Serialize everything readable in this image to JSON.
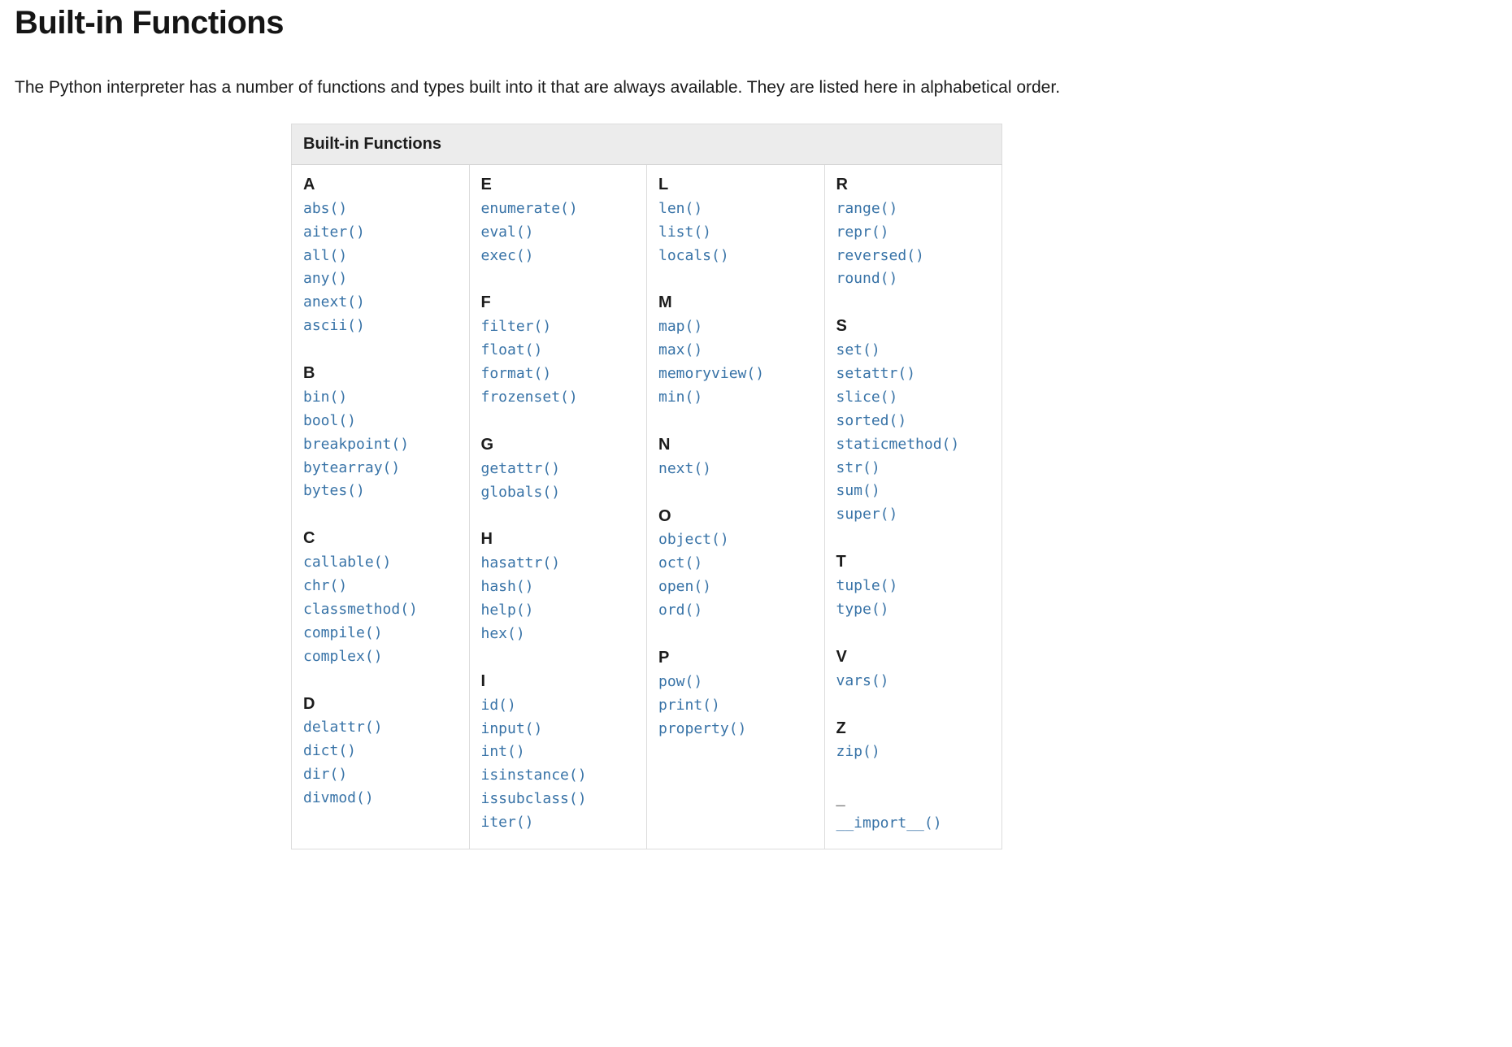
{
  "page": {
    "title": "Built-in Functions",
    "intro": "The Python interpreter has a number of functions and types built into it that are always available. They are listed here in alphabetical order."
  },
  "table": {
    "header": "Built-in Functions",
    "columns": [
      {
        "groups": [
          {
            "letter": "A",
            "functions": [
              "abs()",
              "aiter()",
              "all()",
              "any()",
              "anext()",
              "ascii()"
            ]
          },
          {
            "letter": "B",
            "functions": [
              "bin()",
              "bool()",
              "breakpoint()",
              "bytearray()",
              "bytes()"
            ]
          },
          {
            "letter": "C",
            "functions": [
              "callable()",
              "chr()",
              "classmethod()",
              "compile()",
              "complex()"
            ]
          },
          {
            "letter": "D",
            "functions": [
              "delattr()",
              "dict()",
              "dir()",
              "divmod()"
            ]
          }
        ]
      },
      {
        "groups": [
          {
            "letter": "E",
            "functions": [
              "enumerate()",
              "eval()",
              "exec()"
            ]
          },
          {
            "letter": "F",
            "functions": [
              "filter()",
              "float()",
              "format()",
              "frozenset()"
            ]
          },
          {
            "letter": "G",
            "functions": [
              "getattr()",
              "globals()"
            ]
          },
          {
            "letter": "H",
            "functions": [
              "hasattr()",
              "hash()",
              "help()",
              "hex()"
            ]
          },
          {
            "letter": "I",
            "functions": [
              "id()",
              "input()",
              "int()",
              "isinstance()",
              "issubclass()",
              "iter()"
            ]
          }
        ]
      },
      {
        "groups": [
          {
            "letter": "L",
            "functions": [
              "len()",
              "list()",
              "locals()"
            ]
          },
          {
            "letter": "M",
            "functions": [
              "map()",
              "max()",
              "memoryview()",
              "min()"
            ]
          },
          {
            "letter": "N",
            "functions": [
              "next()"
            ]
          },
          {
            "letter": "O",
            "functions": [
              "object()",
              "oct()",
              "open()",
              "ord()"
            ]
          },
          {
            "letter": "P",
            "functions": [
              "pow()",
              "print()",
              "property()"
            ]
          }
        ]
      },
      {
        "groups": [
          {
            "letter": "R",
            "functions": [
              "range()",
              "repr()",
              "reversed()",
              "round()"
            ]
          },
          {
            "letter": "S",
            "functions": [
              "set()",
              "setattr()",
              "slice()",
              "sorted()",
              "staticmethod()",
              "str()",
              "sum()",
              "super()"
            ]
          },
          {
            "letter": "T",
            "functions": [
              "tuple()",
              "type()"
            ]
          },
          {
            "letter": "V",
            "functions": [
              "vars()"
            ]
          },
          {
            "letter": "Z",
            "functions": [
              "zip()"
            ]
          },
          {
            "letter": "_",
            "functions": [
              "__import__()"
            ]
          }
        ]
      }
    ]
  },
  "colors": {
    "link": "#3873a7",
    "header_bg": "#ececec",
    "border": "#dcdcdc",
    "text": "#222222"
  }
}
